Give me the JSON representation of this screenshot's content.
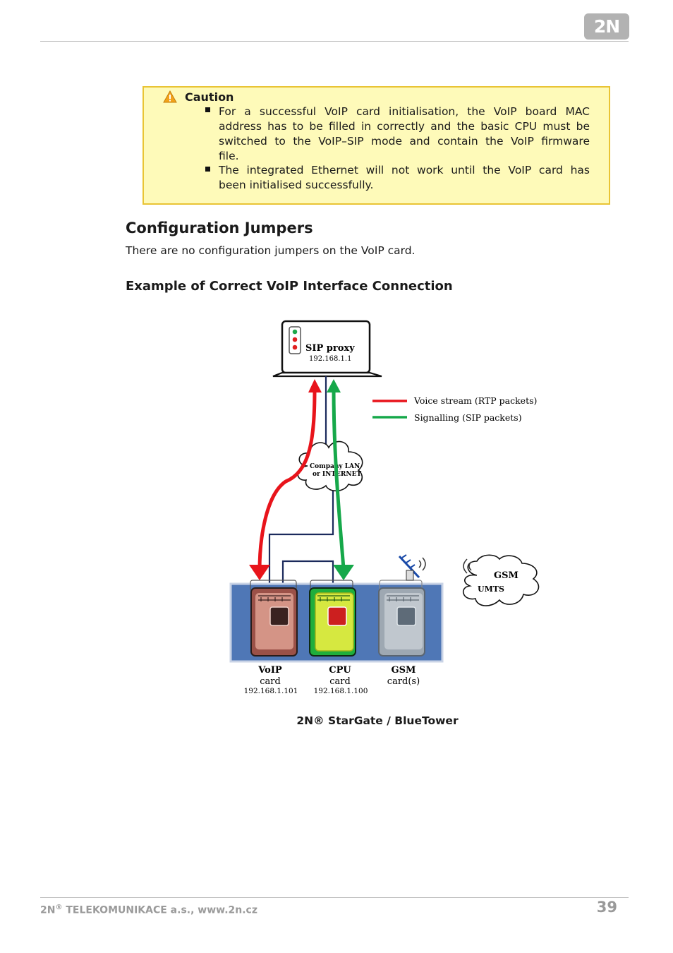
{
  "header": {
    "logo_text": "2N"
  },
  "caution": {
    "title": "Caution",
    "items": [
      [
        "For a successful VoIP card initialisation, the VoIP board MAC",
        "address has to be filled in correctly and the basic CPU must be",
        "switched to the VoIP–SIP mode and contain the VoIP firmware",
        "file."
      ],
      [
        "The integrated Ethernet will not work until the VoIP card has",
        "been initialised successfully."
      ]
    ]
  },
  "section": {
    "title": "Configuration Jumpers",
    "paragraph": "There are no configuration jumpers on the VoIP card.",
    "subtitle": "Example of Correct VoIP Interface Connection"
  },
  "diagram": {
    "sip_proxy": {
      "label": "SIP proxy",
      "ip": "192.168.1.1"
    },
    "legend": [
      {
        "label": "Voice stream (RTP packets)",
        "color": "#e8141b"
      },
      {
        "label": "Signalling (SIP packets)",
        "color": "#16a84a"
      }
    ],
    "cloud": {
      "line1": "Company LAN",
      "line2": "or INTERNET"
    },
    "gsm_cloud": {
      "gsm": "GSM",
      "umts": "UMTS"
    },
    "cards": [
      {
        "name1": "VoIP",
        "name2": "card",
        "ip": "192.168.1.101",
        "color": "#8b3a32"
      },
      {
        "name1": "CPU",
        "name2": "card",
        "ip": "192.168.1.100",
        "color": "#2e9a2e"
      },
      {
        "name1": "GSM",
        "name2": "card(s)",
        "ip": "",
        "color": "#8c9aa8"
      }
    ],
    "caption": "2N® StarGate / BlueTower"
  },
  "footer": {
    "company": "TELEKOMUNIKACE a.s., www.2n.cz",
    "brand": "2N",
    "reg": "®",
    "page": "39"
  }
}
